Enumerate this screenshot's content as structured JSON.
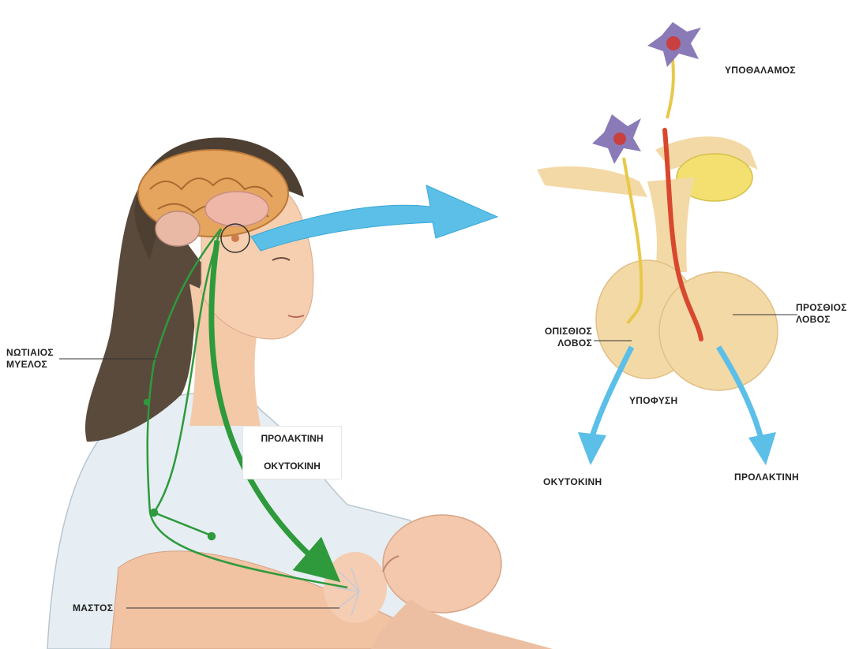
{
  "labels": {
    "hypothalamus": "ΥΠΟΘΑΛΑΜΟΣ",
    "anterior_lobe_1": "ΠΡΟΣΘΙΟΣ",
    "anterior_lobe_2": "ΛΟΒΟΣ",
    "posterior_lobe_1": "ΟΠΙΣΘΙΟΣ",
    "posterior_lobe_2": "ΛΟΒΟΣ",
    "pituitary": "ΥΠΟΦΥΣΗ",
    "oxytocin_right": "ΟΚΥΤΟΚΙΝΗ",
    "prolactin_right": "ΠΡΟΛΑΚΤΙΝΗ",
    "spinal_cord_1": "ΝΩΤΙΑΙΟΣ",
    "spinal_cord_2": "ΜΥΕΛΟΣ",
    "breast": "ΜΑΣΤΟΣ"
  },
  "hormone_box": {
    "prolactin": "ΠΡΟΛΑΚΤΙΝΗ",
    "oxytocin": "ΟΚΥΤΟΚΙΝΗ"
  },
  "colors": {
    "nerve_green": "#2e9a3c",
    "blue_arrow": "#5bbfe8",
    "gland": "#f3d9a6",
    "red_vessel": "#d8482e",
    "yellow_nerve": "#e8c84a",
    "neuron": "#8a7bb8"
  }
}
